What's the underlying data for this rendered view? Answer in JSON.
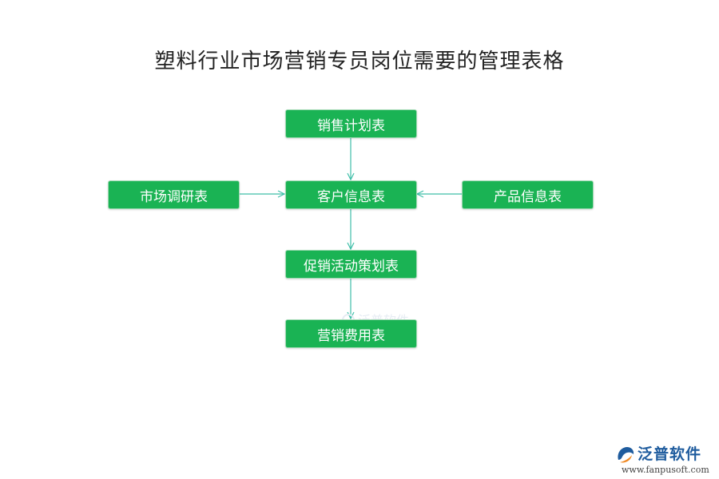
{
  "title": "塑料行业市场营销专员岗位需要的管理表格",
  "nodes": {
    "sales_plan": "销售计划表",
    "market_research": "市场调研表",
    "customer_info": "客户信息表",
    "product_info": "产品信息表",
    "promotion_plan": "促销活动策划表",
    "marketing_expense": "营销费用表"
  },
  "watermark": "泛普软件",
  "logo": {
    "name": "泛普软件",
    "url": "www.fanpusoft.com"
  },
  "colors": {
    "node_fill": "#1ab354",
    "node_text": "#ffffff",
    "connector": "#3fbfa8",
    "title_text": "#222222",
    "logo_blue": "#1f5c9e",
    "logo_orange": "#f08a24"
  }
}
